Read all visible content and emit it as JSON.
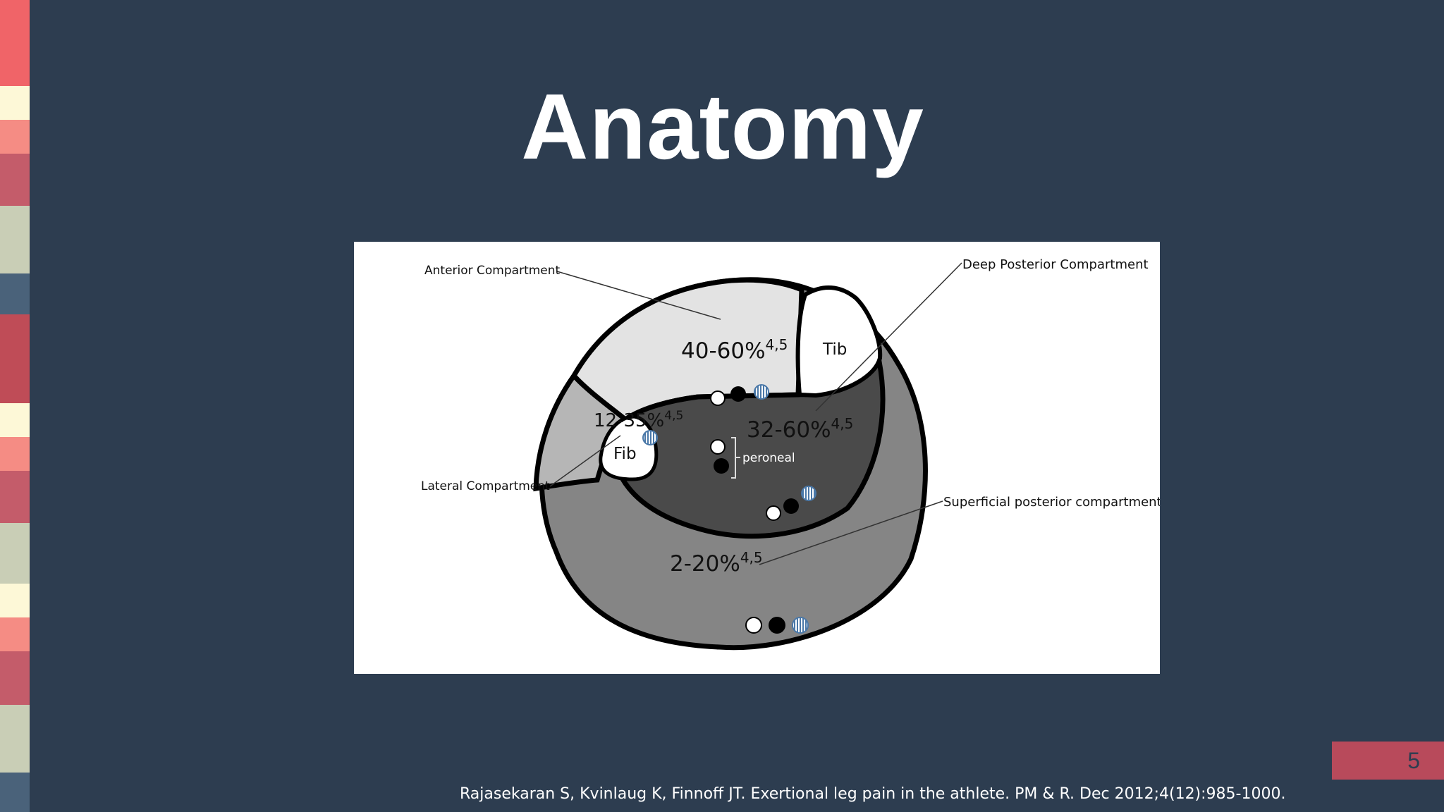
{
  "slide": {
    "title": "Anatomy",
    "page_number": "5",
    "citation": "Rajasekaran S, Kvinlaug K, Finnoff JT. Exertional leg pain in the athlete. PM & R. Dec 2012;4(12):985-1000.",
    "accent_colors": [
      "#f06468",
      "#fdf8d7",
      "#f58c84",
      "#c45c6a",
      "#c9ceb6",
      "#4a627a",
      "#bf4c57"
    ]
  },
  "figure": {
    "labels": {
      "anterior": "Anterior Compartment",
      "deep_posterior": "Deep Posterior Compartment",
      "lateral": "Lateral Compartment",
      "superficial_posterior": "Superficial posterior compartment",
      "tib": "Tib",
      "fib": "Fib",
      "peroneal": "peroneal"
    },
    "percentages": {
      "anterior": "40-60%",
      "lateral": "12-35%",
      "deep_posterior": "32-60%",
      "superficial_posterior": "2-20%"
    },
    "superscript": "4,5"
  }
}
